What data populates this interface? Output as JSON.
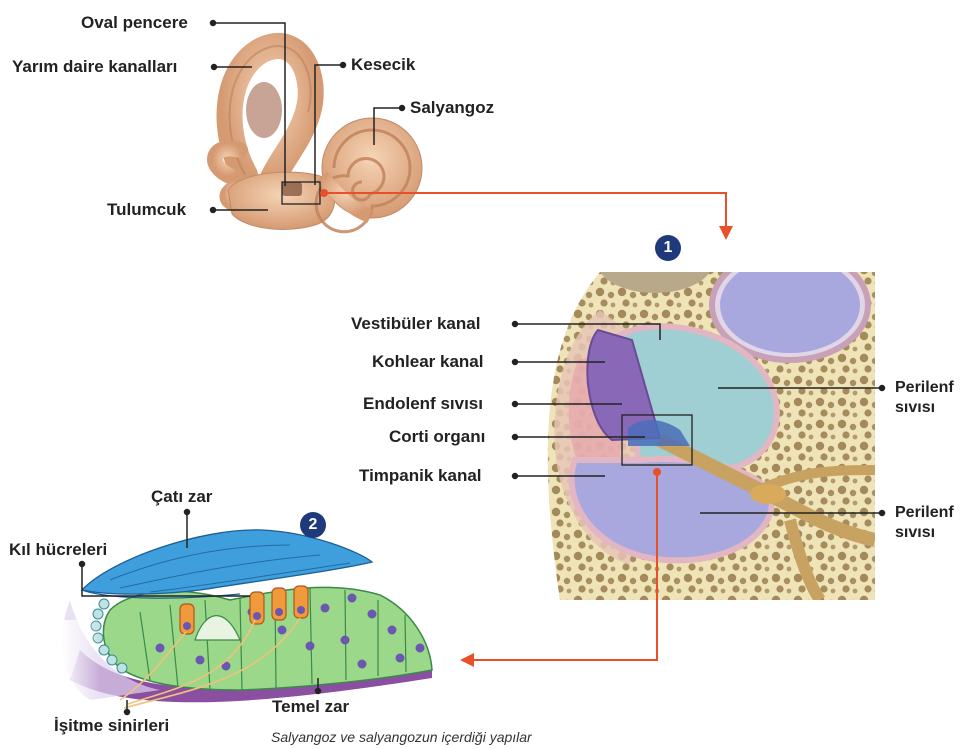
{
  "labels": {
    "oval_pencere": "Oval pencere",
    "yarim_daire": "Yarım daire kanalları",
    "kesecik": "Kesecik",
    "salyangoz": "Salyangoz",
    "tulumcuk": "Tulumcuk",
    "vestibuler": "Vestibüler kanal",
    "kohlear": "Kohlear kanal",
    "endolenf": "Endolenf sıvısı",
    "corti": "Corti organı",
    "timpanik": "Timpanik kanal",
    "perilenf1_line1": "Perilenf",
    "perilenf1_line2": "sıvısı",
    "perilenf2_line1": "Perilenf",
    "perilenf2_line2": "sıvısı",
    "cati_zar": "Çatı zar",
    "kil_hucreleri": "Kıl hücreleri",
    "temel_zar": "Temel zar",
    "isitme_sinirleri": "İşitme sinirleri"
  },
  "badges": {
    "one": "1",
    "two": "2"
  },
  "caption": "Salyangoz ve salyangozun içerdiği yapılar",
  "colors": {
    "arrow": "#e8502a",
    "ear": "#e8b48e",
    "bone": "#efe3b8",
    "vestibular_fill": "#9fcfd2",
    "tympanic_fill": "#a9a8de",
    "cochlear_fill": "#8a68b8",
    "tectorial": "#3f9fdc",
    "organ_green": "#9bd88a",
    "badge": "#1f3a7a"
  }
}
